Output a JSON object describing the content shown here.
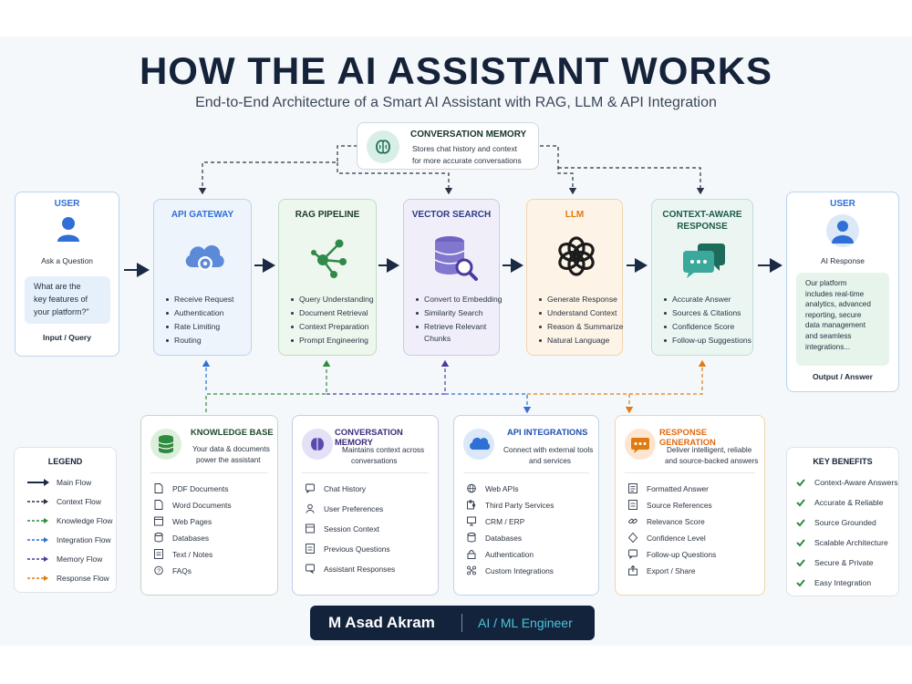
{
  "header": {
    "title": "HOW THE AI ASSISTANT WORKS",
    "subtitle": "End-to-End Architecture of a Smart AI Assistant with RAG, LLM & API Integration"
  },
  "memory_top": {
    "title": "CONVERSATION MEMORY",
    "desc1": "Stores chat history and context",
    "desc2": "for more accurate conversations"
  },
  "user_in": {
    "title": "USER",
    "label": "Ask a Question",
    "bubble1": "What are the",
    "bubble2": "key features of",
    "bubble3": "your platform?\"",
    "footer": "Input / Query"
  },
  "user_out": {
    "title": "USER",
    "label": "AI Response",
    "bubble": [
      "Our platform",
      "includes real-time",
      "analytics, advanced",
      "reporting, secure",
      "data management",
      "and seamless",
      "integrations..."
    ],
    "footer": "Output / Answer"
  },
  "stages": [
    {
      "title": "API GATEWAY",
      "items": [
        "Receive Request",
        "Authentication",
        "Rate Limiting",
        "Routing"
      ],
      "color": "#2f6fd6",
      "icon": "cloud-gear-icon"
    },
    {
      "title": "RAG PIPELINE",
      "items": [
        "Query Understanding",
        "Document Retrieval",
        "Context Preparation",
        "Prompt Engineering"
      ],
      "color": "#1f3a2a",
      "icon": "network-nodes-icon"
    },
    {
      "title": "VECTOR SEARCH",
      "items": [
        "Convert to Embedding",
        "Similarity Search",
        "Retrieve Relevant",
        "Chunks"
      ],
      "color": "#2b3a8a",
      "icon": "database-search-icon"
    },
    {
      "title": "LLM",
      "items": [
        "Generate Response",
        "Understand Context",
        "Reason & Summarize",
        "Natural Language"
      ],
      "color": "#e07b12",
      "icon": "openai-knot-icon"
    },
    {
      "title": "CONTEXT-AWARE",
      "title2": "RESPONSE",
      "items": [
        "Accurate Answer",
        "Sources & Citations",
        "Confidence Score",
        "Follow-up Suggestions"
      ],
      "color": "#1d5a4a",
      "icon": "chat-bubbles-icon"
    }
  ],
  "panels": [
    {
      "title": "KNOWLEDGE BASE",
      "desc1": "Your data & documents",
      "desc2": "power the assistant",
      "color": "#1e4a2c",
      "icon": "database-icon",
      "items": [
        "PDF Documents",
        "Word Documents",
        "Web Pages",
        "Databases",
        "Text / Notes",
        "FAQs"
      ]
    },
    {
      "title": "CONVERSATION MEMORY",
      "desc1": "Maintains context across",
      "desc2": "conversations",
      "color": "#3b2a7a",
      "icon": "brain-icon",
      "items": [
        "Chat History",
        "User Preferences",
        "Session Context",
        "Previous Questions",
        "Assistant Responses"
      ]
    },
    {
      "title": "API INTEGRATIONS",
      "desc1": "Connect with external tools",
      "desc2": "and services",
      "color": "#1f4fb0",
      "icon": "cloud-icon",
      "items": [
        "Web APIs",
        "Third Party Services",
        "CRM / ERP",
        "Databases",
        "Authentication",
        "Custom Integrations"
      ]
    },
    {
      "title": "RESPONSE GENERATION",
      "desc1": "Deliver intelligent, reliable",
      "desc2": "and source-backed answers",
      "color": "#e06a12",
      "icon": "chat-dots-icon",
      "items": [
        "Formatted Answer",
        "Source References",
        "Relevance Score",
        "Confidence Level",
        "Follow-up Questions",
        "Export / Share"
      ]
    }
  ],
  "legend": {
    "title": "LEGEND",
    "items": [
      {
        "label": "Main Flow",
        "color": "#1b2a44",
        "style": "solid"
      },
      {
        "label": "Context Flow",
        "color": "#2a3444",
        "style": "dashed"
      },
      {
        "label": "Knowledge Flow",
        "color": "#2e8b3e",
        "style": "dashed"
      },
      {
        "label": "Integration Flow",
        "color": "#2f6fd6",
        "style": "dashed"
      },
      {
        "label": "Memory Flow",
        "color": "#4a3aa0",
        "style": "dashed"
      },
      {
        "label": "Response Flow",
        "color": "#e07b12",
        "style": "dashed"
      }
    ]
  },
  "benefits": {
    "title": "KEY BENEFITS",
    "items": [
      "Context-Aware Answers",
      "Accurate & Reliable",
      "Source Grounded",
      "Scalable Architecture",
      "Secure & Private",
      "Easy Integration"
    ]
  },
  "footer": {
    "name": "M Asad Akram",
    "role": "AI / ML Engineer"
  }
}
